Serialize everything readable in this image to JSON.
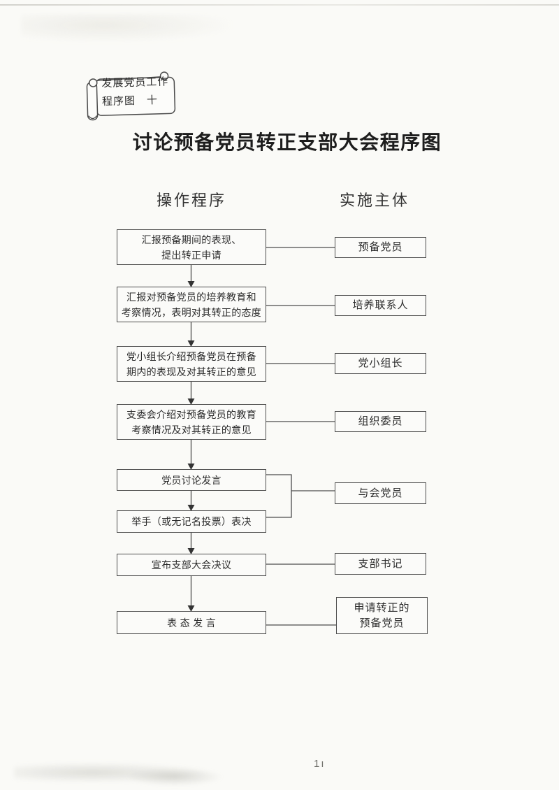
{
  "banner": {
    "line1": "发展党员工作",
    "line2": "程序图　十"
  },
  "title": "讨论预备党员转正支部大会程序图",
  "columns": {
    "left": "操作程序",
    "right": "实施主体"
  },
  "steps": [
    {
      "line1": "汇报预备期间的表现、",
      "line2": "提出转正申请"
    },
    {
      "line1": "汇报对预备党员的培养教育和",
      "line2": "考察情况，表明对其转正的态度"
    },
    {
      "line1": "党小组长介绍预备党员在预备",
      "line2": "期内的表现及对其转正的意见"
    },
    {
      "line1": "支委会介绍对预备党员的教育",
      "line2": "考察情况及对其转正的意见"
    },
    {
      "line1": "党员讨论发言"
    },
    {
      "line1": "举手（或无记名投票）表决"
    },
    {
      "line1": "宣布支部大会决议"
    },
    {
      "line1": "表 态 发 言"
    }
  ],
  "actors": [
    {
      "line1": "预备党员"
    },
    {
      "line1": "培养联系人"
    },
    {
      "line1": "党小组长"
    },
    {
      "line1": "组织委员"
    },
    {
      "line1": "与会党员"
    },
    {
      "line1": "支部书记"
    },
    {
      "line1": "申请转正的",
      "line2": "预备党员"
    }
  ],
  "page_mark": "1ı",
  "colors": {
    "ink": "#2b2b2b",
    "line": "#4c4c4c",
    "paper": "#fafaf7"
  }
}
